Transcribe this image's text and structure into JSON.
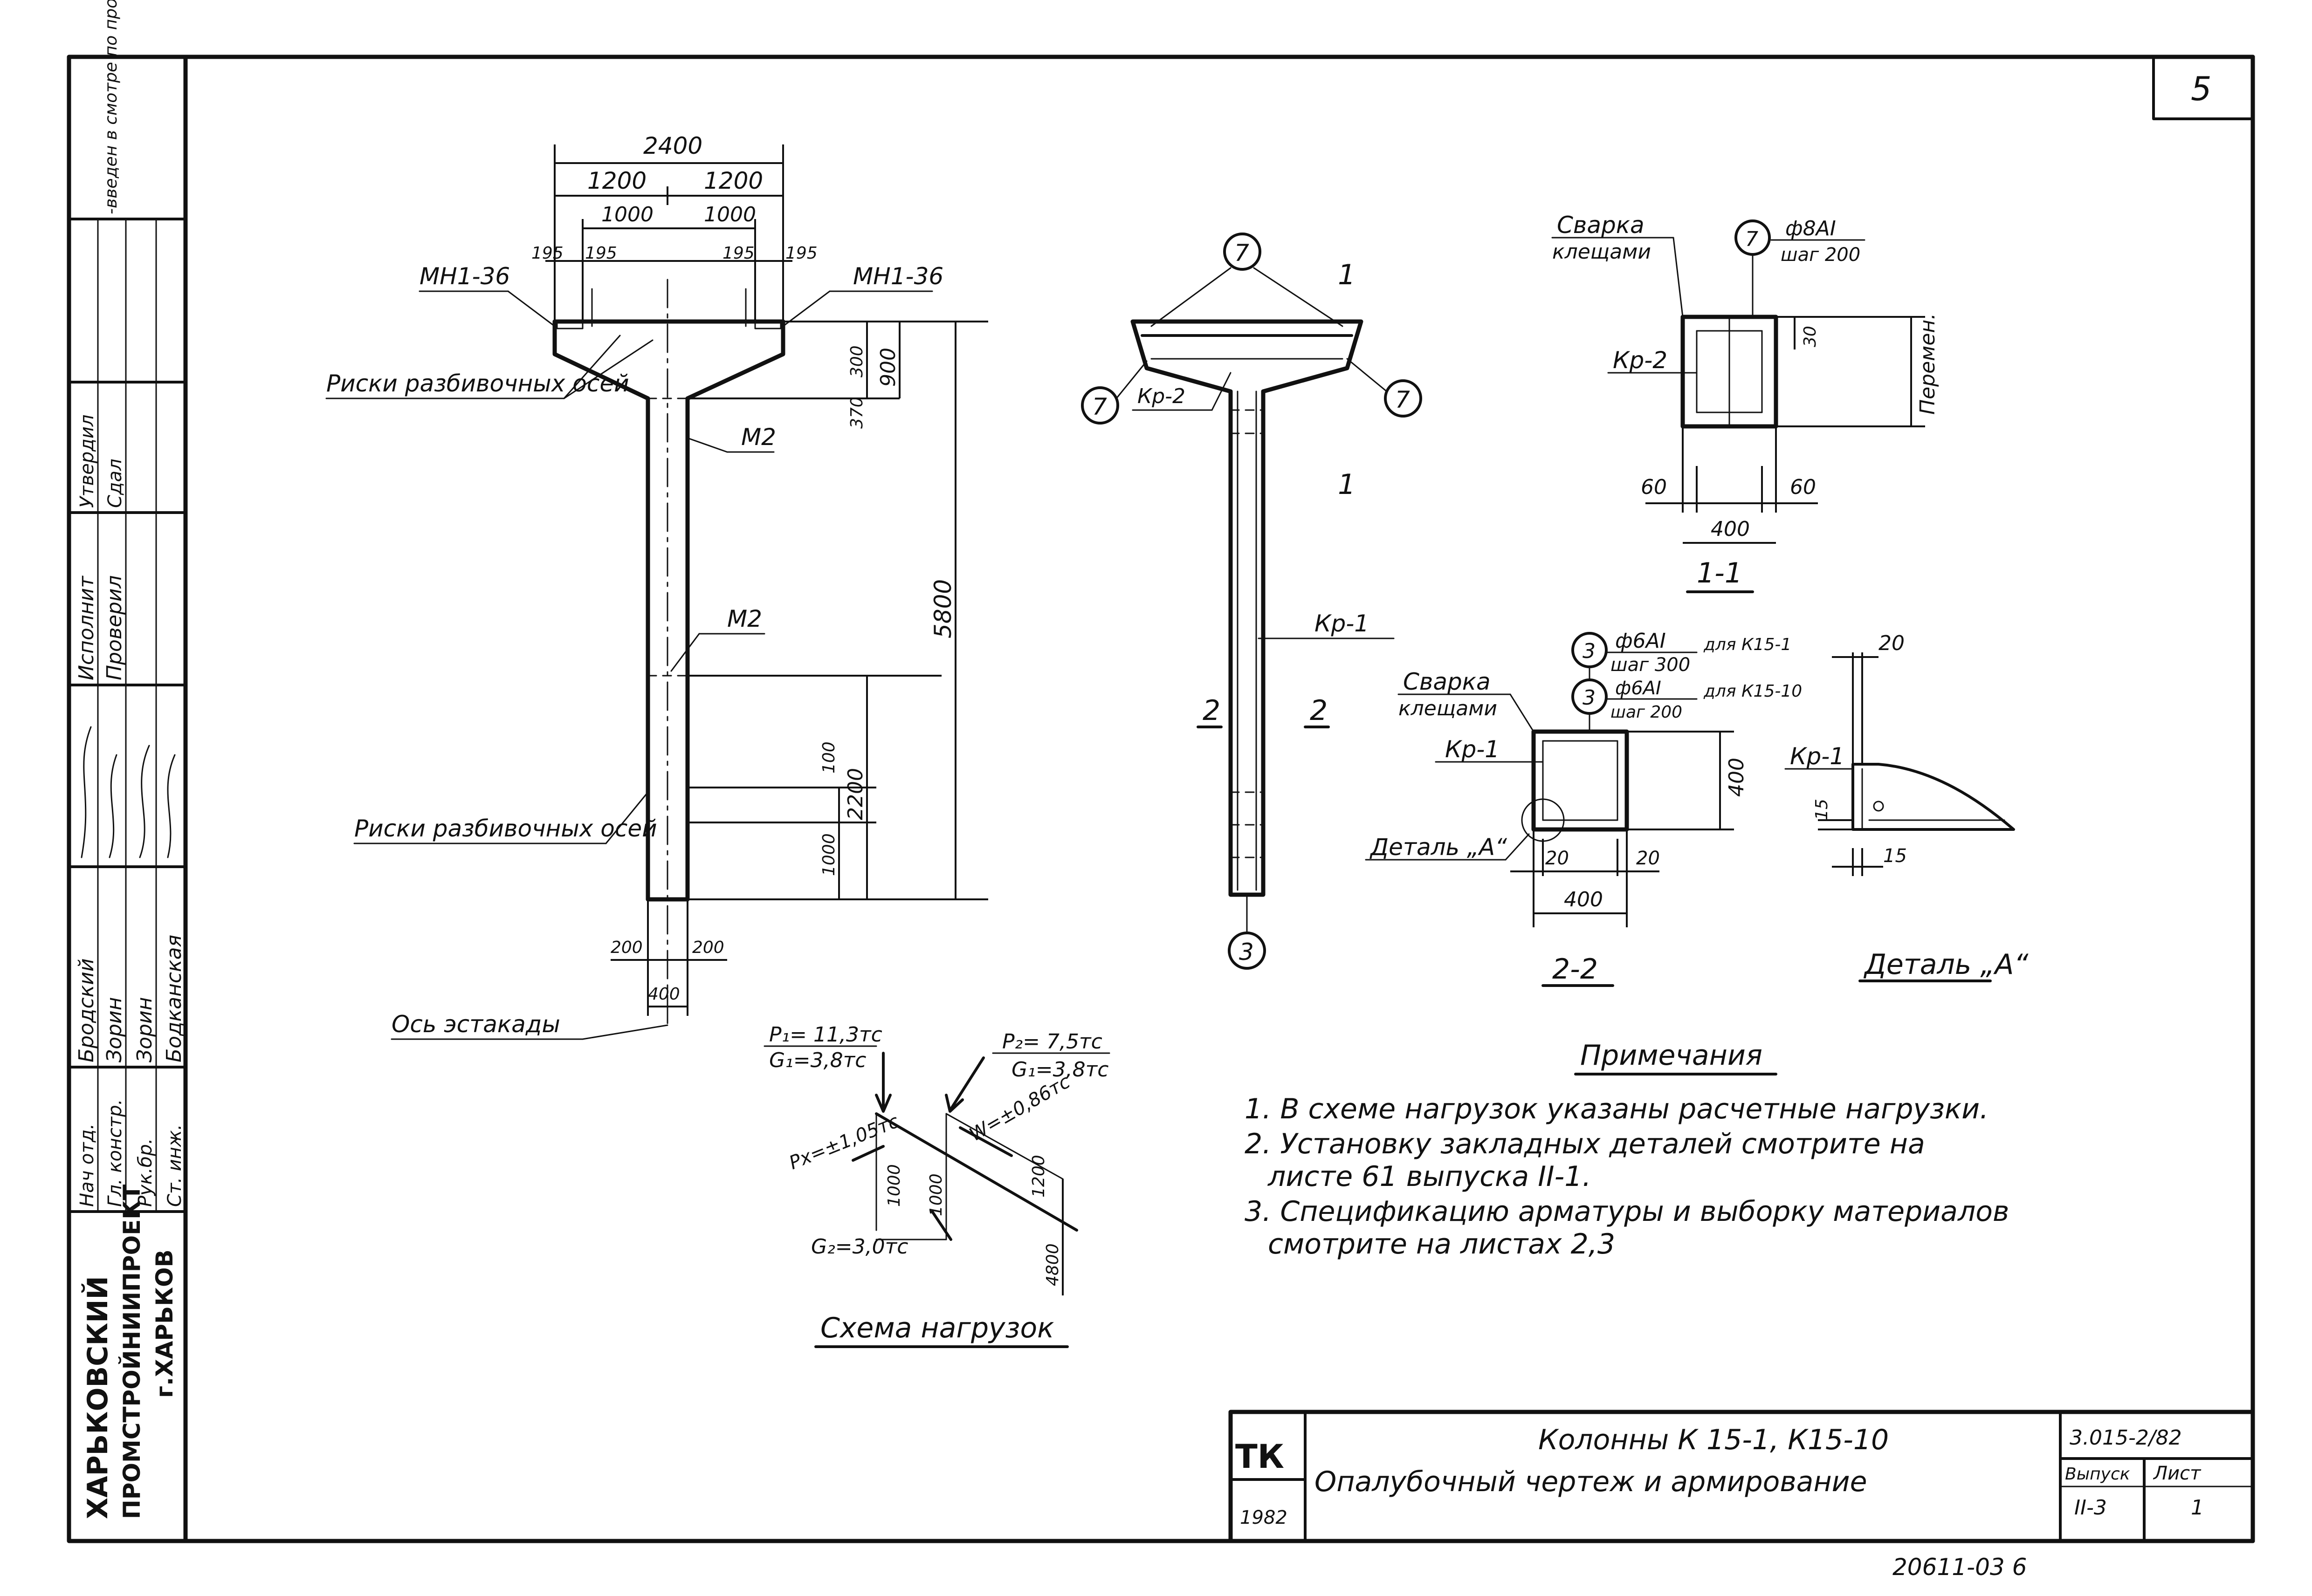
{
  "sheet": {
    "page_number": "5",
    "bottom_code": "20611-03  6"
  },
  "left_stamp": {
    "org_line1": "ХАРЬКОВСКИЙ",
    "org_line2": "ПРОМСТРОЙНИИПРОЕКТ",
    "org_line3": "г.ХАРЬКОВ",
    "roles": [
      "Нач отд.",
      "Гл. констр.",
      "Рук.бр.",
      "Ст. инж."
    ],
    "names": [
      "Бродский",
      "Зорин",
      "Зорин",
      "Бодканская"
    ],
    "col_executed": "Исполнит",
    "col_checked": "Проверил",
    "col_approved": "Утвердил",
    "col_passed": "Сдал",
    "note": "-введен в смотре по программе КВС"
  },
  "labels": {
    "mn_left": "МН1-36",
    "mn_right": "МН1-36",
    "marks_top": "Риски разбивочных осей",
    "marks_bottom": "Риски разбивочных осей",
    "m2_top": "М2",
    "m2_mid": "М2",
    "axis": "Ось эстакады",
    "kr1_elev": "Кр-1",
    "kr2_elev": "Кр-2",
    "sec11_a": "1",
    "sec11_b": "1",
    "sec22_a": "2",
    "sec22_b": "2",
    "pos7": "7",
    "pos3": "3",
    "weld_top": "Сварка",
    "weld_top2": "клещами",
    "rebar_top": "ф8АI",
    "rebar_top2": "шаг 200",
    "kr2_sec": "Кр-2",
    "variable": "Перемен.",
    "sec11_title": "1-1",
    "weld_bot": "Сварка",
    "weld_bot2": "клещами",
    "rebar_a": "ф6АI",
    "rebar_a2": "шаг 300",
    "rebar_a_for": "для К15-1",
    "rebar_b": "ф6АI",
    "rebar_b2": "шаг 200",
    "rebar_b_for": "для К15-10",
    "kr1_sec": "Кр-1",
    "detail_a_ref": "Деталь „А“",
    "sec22_title": "2-2",
    "kr1_detail": "Кр-1",
    "detail_a_title": "Деталь „А“"
  },
  "dims": {
    "d2400": "2400",
    "d1200a": "1200",
    "d1200b": "1200",
    "d1000a": "1000",
    "d1000b": "1000",
    "d195a": "195",
    "d195b": "195",
    "d195c": "195",
    "d195d": "195",
    "d300": "300",
    "d370": "370",
    "d900": "900",
    "d5800": "5800",
    "d2200": "2200",
    "d100": "100",
    "d1000v": "1000",
    "d200a": "200",
    "d200b": "200",
    "d400elev": "400",
    "d30": "30",
    "d60a": "60",
    "d60b": "60",
    "d400s1": "400",
    "d400s2v": "400",
    "d20a": "20",
    "d20b": "20",
    "d400s2": "400",
    "d20det": "20",
    "d15a": "15",
    "d15b": "15"
  },
  "loads": {
    "title": "Схема нагрузок",
    "p1": "P₁= 11,3тс",
    "g1a": "G₁=3,8тс",
    "p2": "P₂= 7,5тс",
    "g1b": "G₁=3,8тс",
    "px": "Pх=±1,05тс",
    "w": "W=±0,86тс",
    "g2": "G₂=3,0тс",
    "d1000a": "1000",
    "d1000b": "1000",
    "d1200": "1200",
    "d4800": "4800"
  },
  "notes": {
    "title": "Примечания",
    "n1": "1. В схеме нагрузок указаны расчетные нагрузки.",
    "n2a": "2. Установку закладных деталей смотрите на",
    "n2b": "листе 61 выпуска II-1.",
    "n3a": "3. Спецификацию арматуры и выборку материалов",
    "n3b": "смотрите на листах 2,3"
  },
  "title_block": {
    "logo": "ТК",
    "year": "1982",
    "title1": "Колонны К 15-1, К15-10",
    "title2": "Опалубочный чертеж и армирование",
    "series": "3.015-2/82",
    "issue_label": "Выпуск",
    "issue_value": "II-3",
    "sheet_label": "Лист",
    "sheet_value": "1"
  }
}
